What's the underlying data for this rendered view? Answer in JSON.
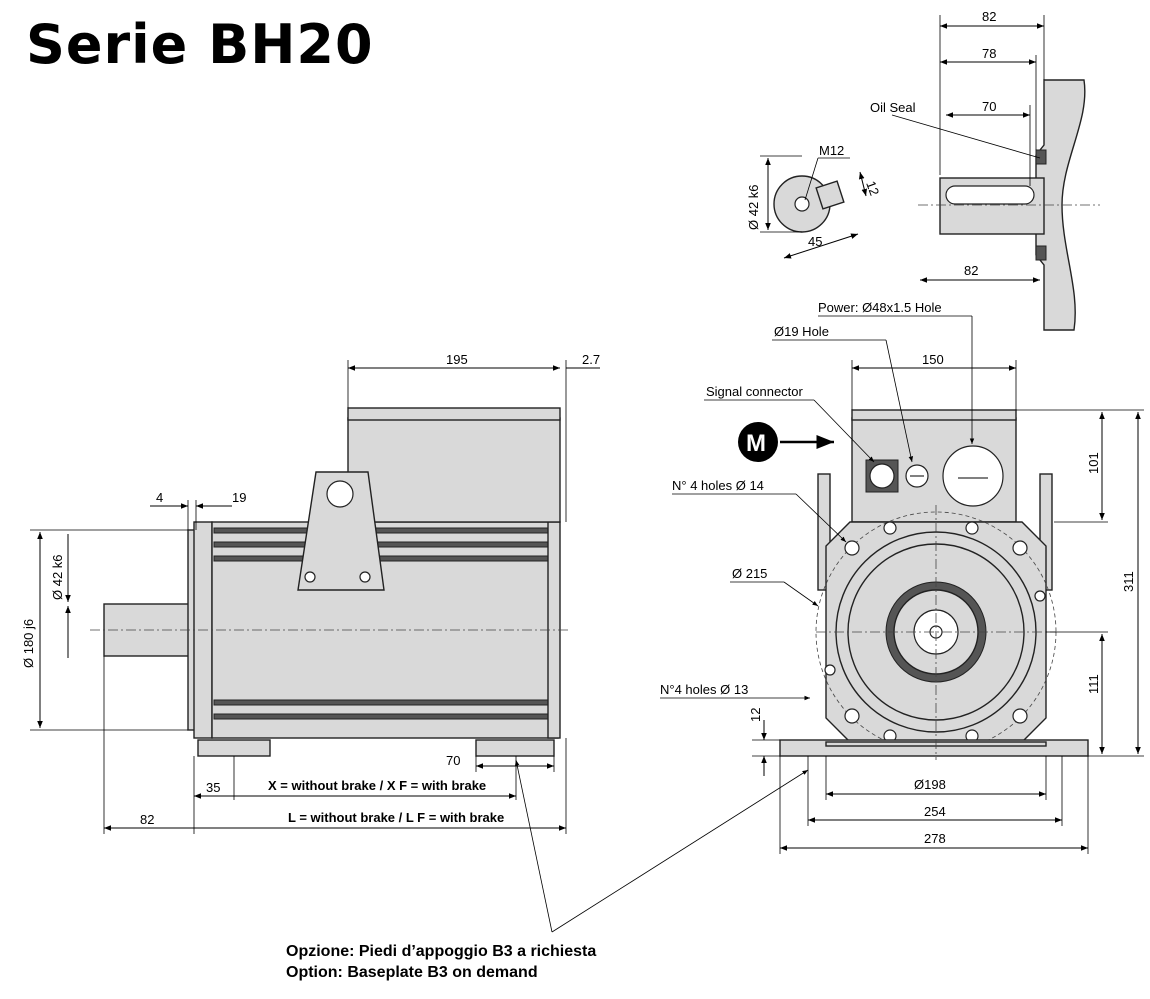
{
  "title": "Serie BH20",
  "labels": {
    "oil_seal": "Oil Seal",
    "power_hole": "Power: Ø48x1.5 Hole",
    "hole_19": "Ø19 Hole",
    "signal_connector": "Signal connector",
    "m_badge": "M",
    "holes_14": "N° 4 holes Ø 14",
    "holes_13": "N°4 holes Ø 13",
    "dia_215": "Ø 215",
    "dia_198": "Ø198",
    "m12": "M12",
    "shaft_dia_side": "Ø 42 k6",
    "shaft_dia_front": "Ø 42 k6",
    "flange_dia": "Ø 180 j6",
    "x_formula": "X = without brake / X F = with brake",
    "l_formula": "L = without brake / L F = with brake"
  },
  "dims": {
    "d82_top": "82",
    "d78": "78",
    "d70_key": "70",
    "d82_shaft": "82",
    "d12_key": "12",
    "d45": "45",
    "d195": "195",
    "d2_7": "2.7",
    "d150": "150",
    "d4": "4",
    "d19": "19",
    "d101": "101",
    "d311": "311",
    "d111": "111",
    "d12_feet": "12",
    "d70_foot": "70",
    "d35": "35",
    "d82_side": "82",
    "d254": "254",
    "d278": "278"
  },
  "notes": {
    "line1": "Opzione: Piedi d’appoggio B3 a richiesta",
    "line2": "Option: Baseplate B3 on demand"
  }
}
